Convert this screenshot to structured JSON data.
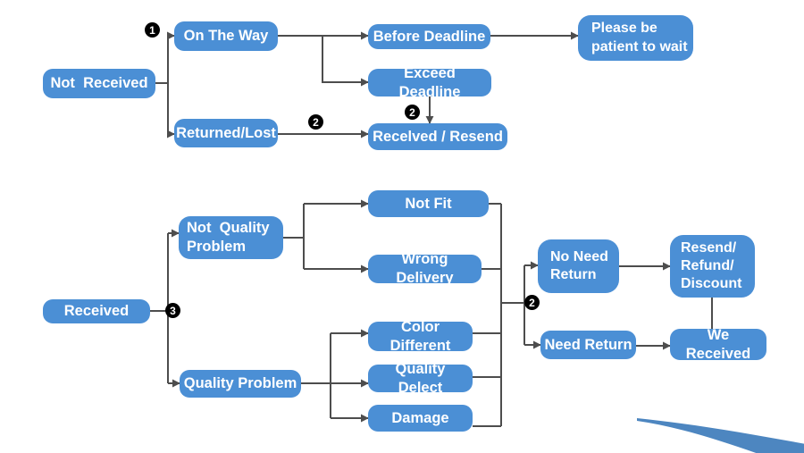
{
  "flowchart": {
    "colors": {
      "node_fill": "#4b8fd5",
      "node_text": "#ffffff",
      "connector": "#4d4d4d",
      "marker_bg": "#000000",
      "marker_text": "#ffffff",
      "swoosh": "#4d86c0"
    },
    "markers": {
      "step1": "1",
      "step2": "2",
      "step3": "3"
    },
    "nodes": {
      "not_received": {
        "label": "Not  Received"
      },
      "on_the_way": {
        "label": "On The Way"
      },
      "returned_lost": {
        "label": "Returned/Lost"
      },
      "before_deadline": {
        "label": "Before Deadline"
      },
      "exceed_deadline": {
        "label": "Exceed Deadline"
      },
      "please_wait": {
        "label": "Please be\npatient to wait"
      },
      "received_resend": {
        "label": "Recelved / Resend"
      },
      "received": {
        "label": "Received"
      },
      "not_quality_problem": {
        "label": "Not  Quality\nProblem"
      },
      "not_fit": {
        "label": "Not Fit"
      },
      "wrong_delivery": {
        "label": "Wrong Delivery"
      },
      "quality_problem": {
        "label": "Quality Problem"
      },
      "color_different": {
        "label": "Color Different"
      },
      "quality_delect": {
        "label": "Quality Delect"
      },
      "damage": {
        "label": "Damage"
      },
      "no_need_return": {
        "label": "No Need\nReturn"
      },
      "resend_refund_discount": {
        "label": "Resend/\nRefund/\nDiscount"
      },
      "need_return": {
        "label": "Need Return"
      },
      "we_received": {
        "label": "We Received"
      }
    }
  }
}
